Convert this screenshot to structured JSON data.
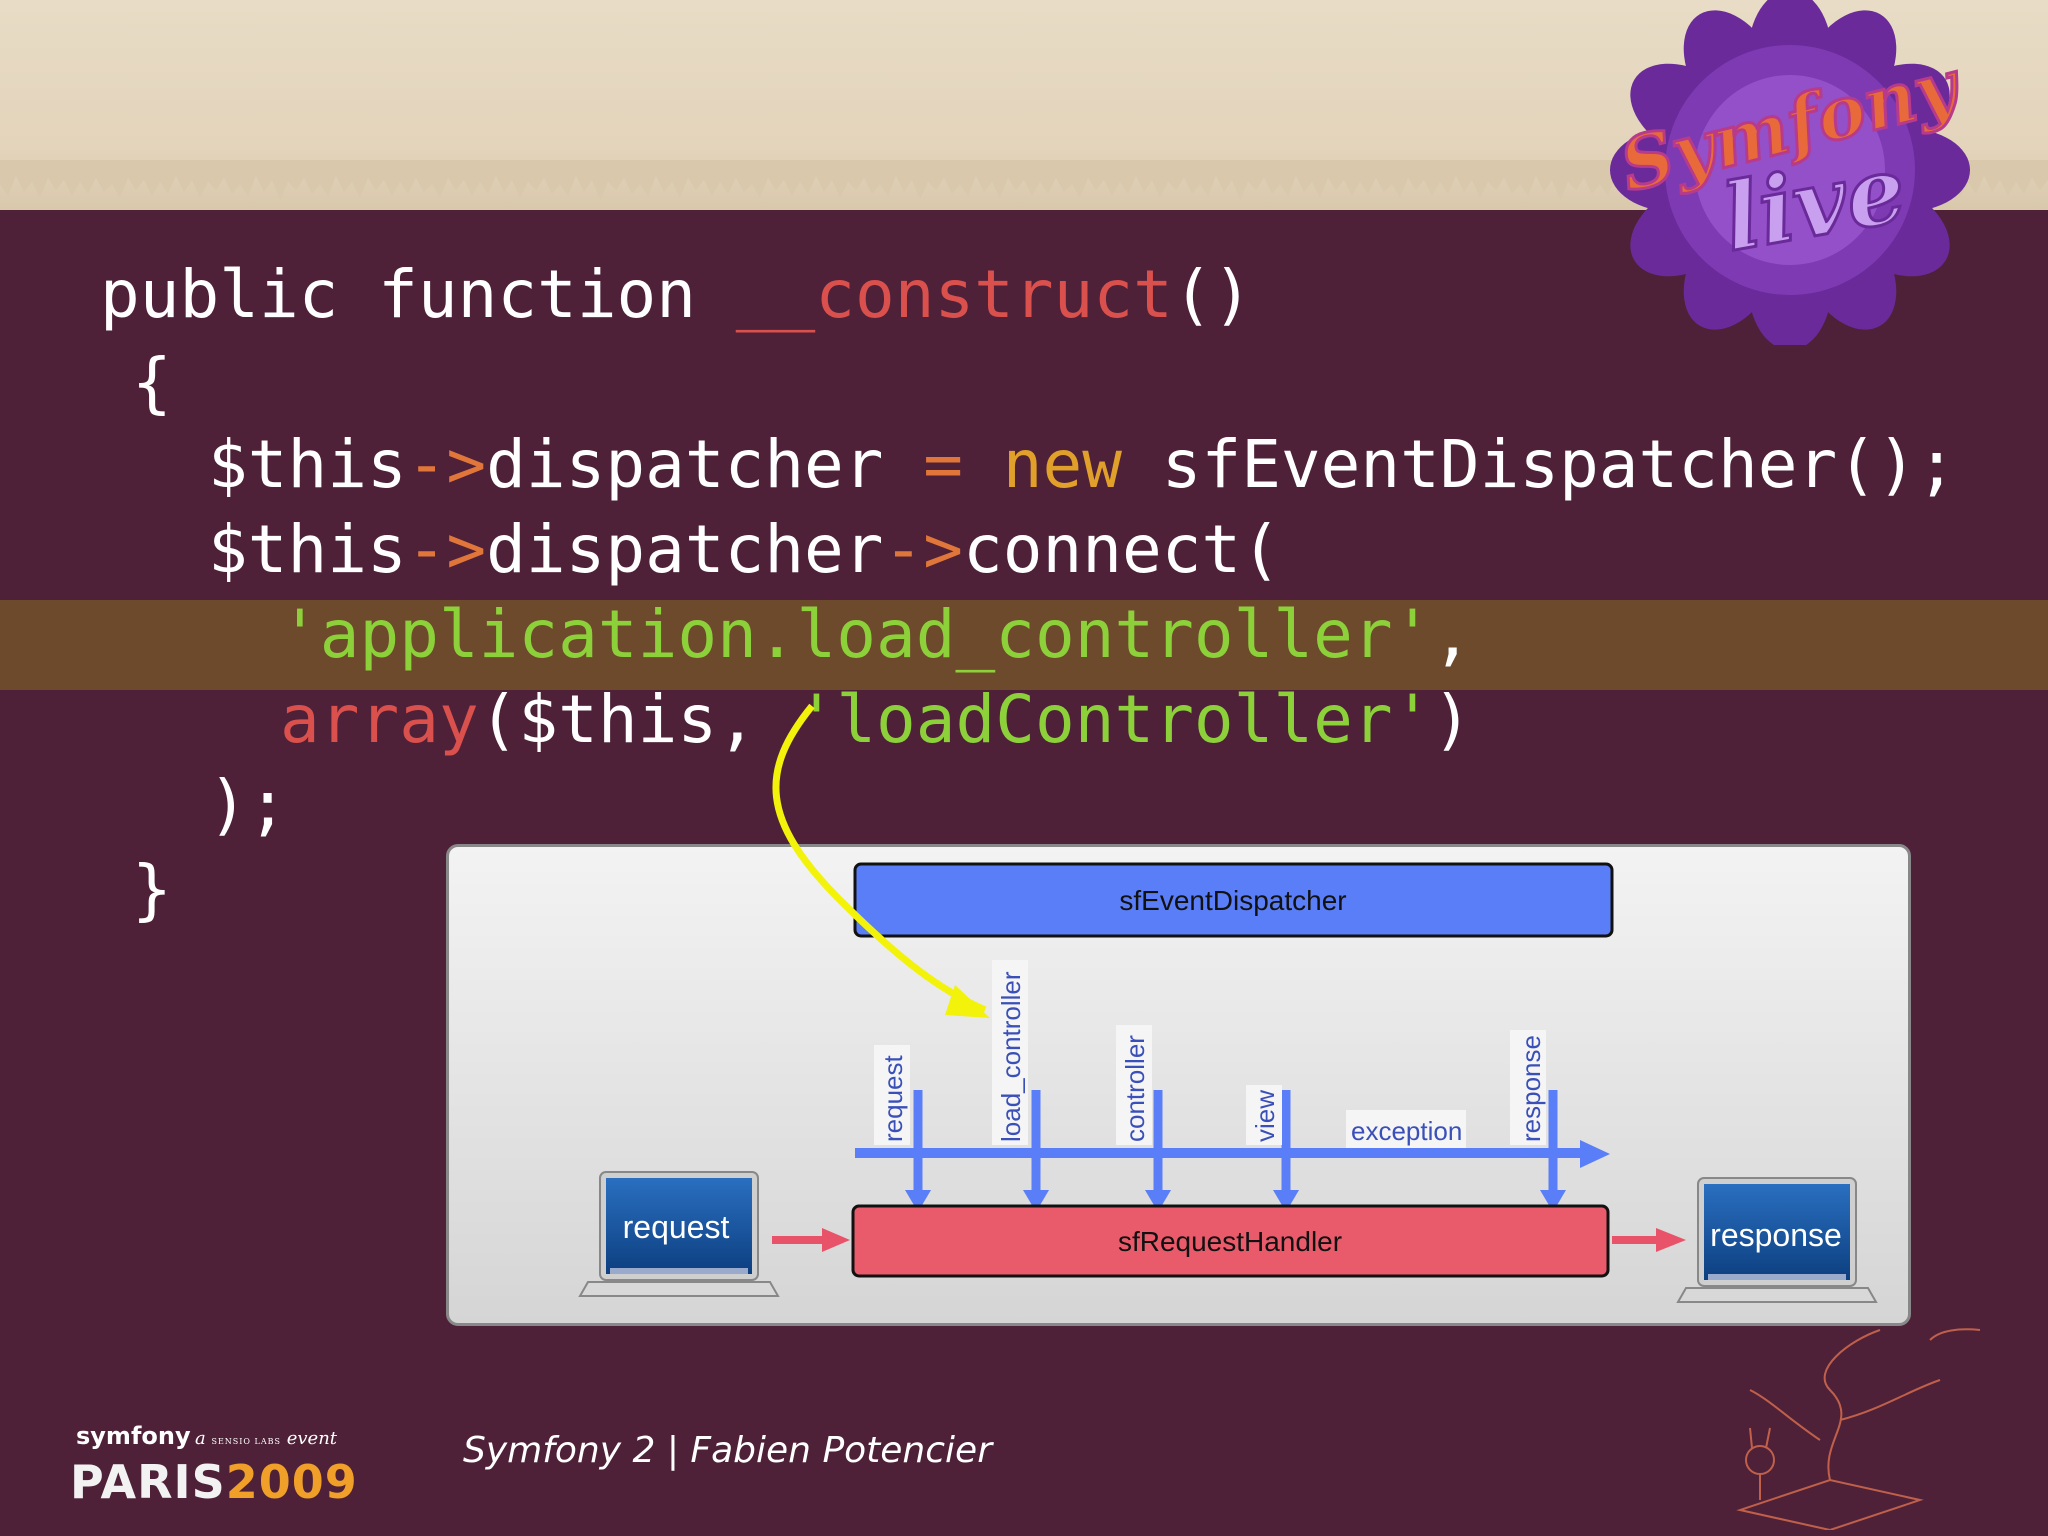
{
  "code": {
    "line1_kw": "public function ",
    "line1_fn": "__construct",
    "line1_end": "()",
    "line2": "{",
    "line3_a": "$this",
    "line3_op": "->",
    "line3_b": "dispatcher ",
    "line3_eq": "=",
    "line3_new": "new",
    "line3_c": " sfEventDispatcher();",
    "line4_a": "$this",
    "line4_op1": "->",
    "line4_b": "dispatcher",
    "line4_op2": "->",
    "line4_c": "connect(",
    "line5_str": "'application.load_controller'",
    "line5_end": ",",
    "line6_fn": "array",
    "line6_a": "($this, ",
    "line6_str": "'loadController'",
    "line6_end": ")",
    "line7": ");",
    "line8": "}"
  },
  "diagram": {
    "dispatcher_label": "sfEventDispatcher",
    "handler_label": "sfRequestHandler",
    "request_laptop_label": "request",
    "response_laptop_label": "response",
    "events": [
      "request",
      "load_controller",
      "controller",
      "view",
      "exception",
      "response"
    ],
    "colors": {
      "dispatcher": "#5a7ef7",
      "handler": "#e95a6b",
      "arrow": "#5a7ef7",
      "io_arrow": "#e8536a",
      "pointer": "#f2f20a"
    }
  },
  "footer": {
    "title": "Symfony 2 | Fabien Potencier",
    "brand_top": "symfony",
    "brand_event_a": "a",
    "brand_event_sensio": "SENSIO LABS",
    "brand_event_b": "event",
    "brand_paris": "PARIS",
    "brand_year": "2009"
  },
  "logo": {
    "text_top": "Symfony",
    "text_bottom": "live"
  }
}
